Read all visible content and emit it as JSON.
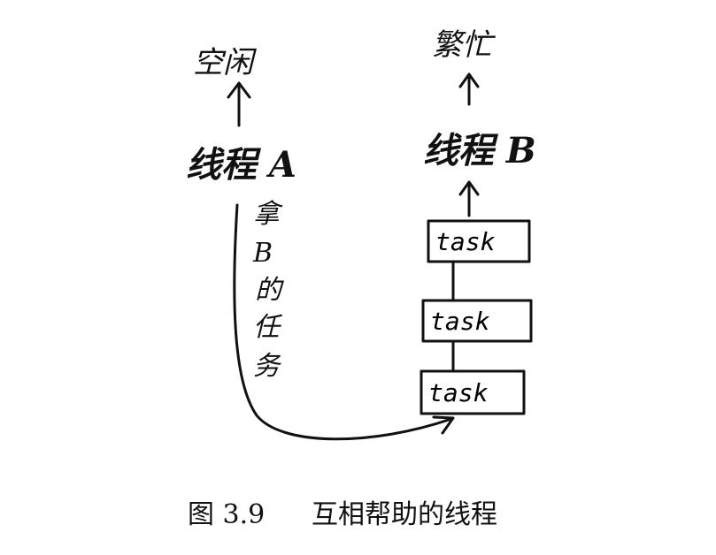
{
  "thread_a": {
    "status": "空闲",
    "label": "线程 A"
  },
  "thread_b": {
    "status": "繁忙",
    "label": "线程 B"
  },
  "steal_label": "拿B的任务",
  "tasks": [
    "task",
    "task",
    "task"
  ],
  "caption": {
    "number": "图 3.9",
    "title": "互相帮助的线程"
  }
}
